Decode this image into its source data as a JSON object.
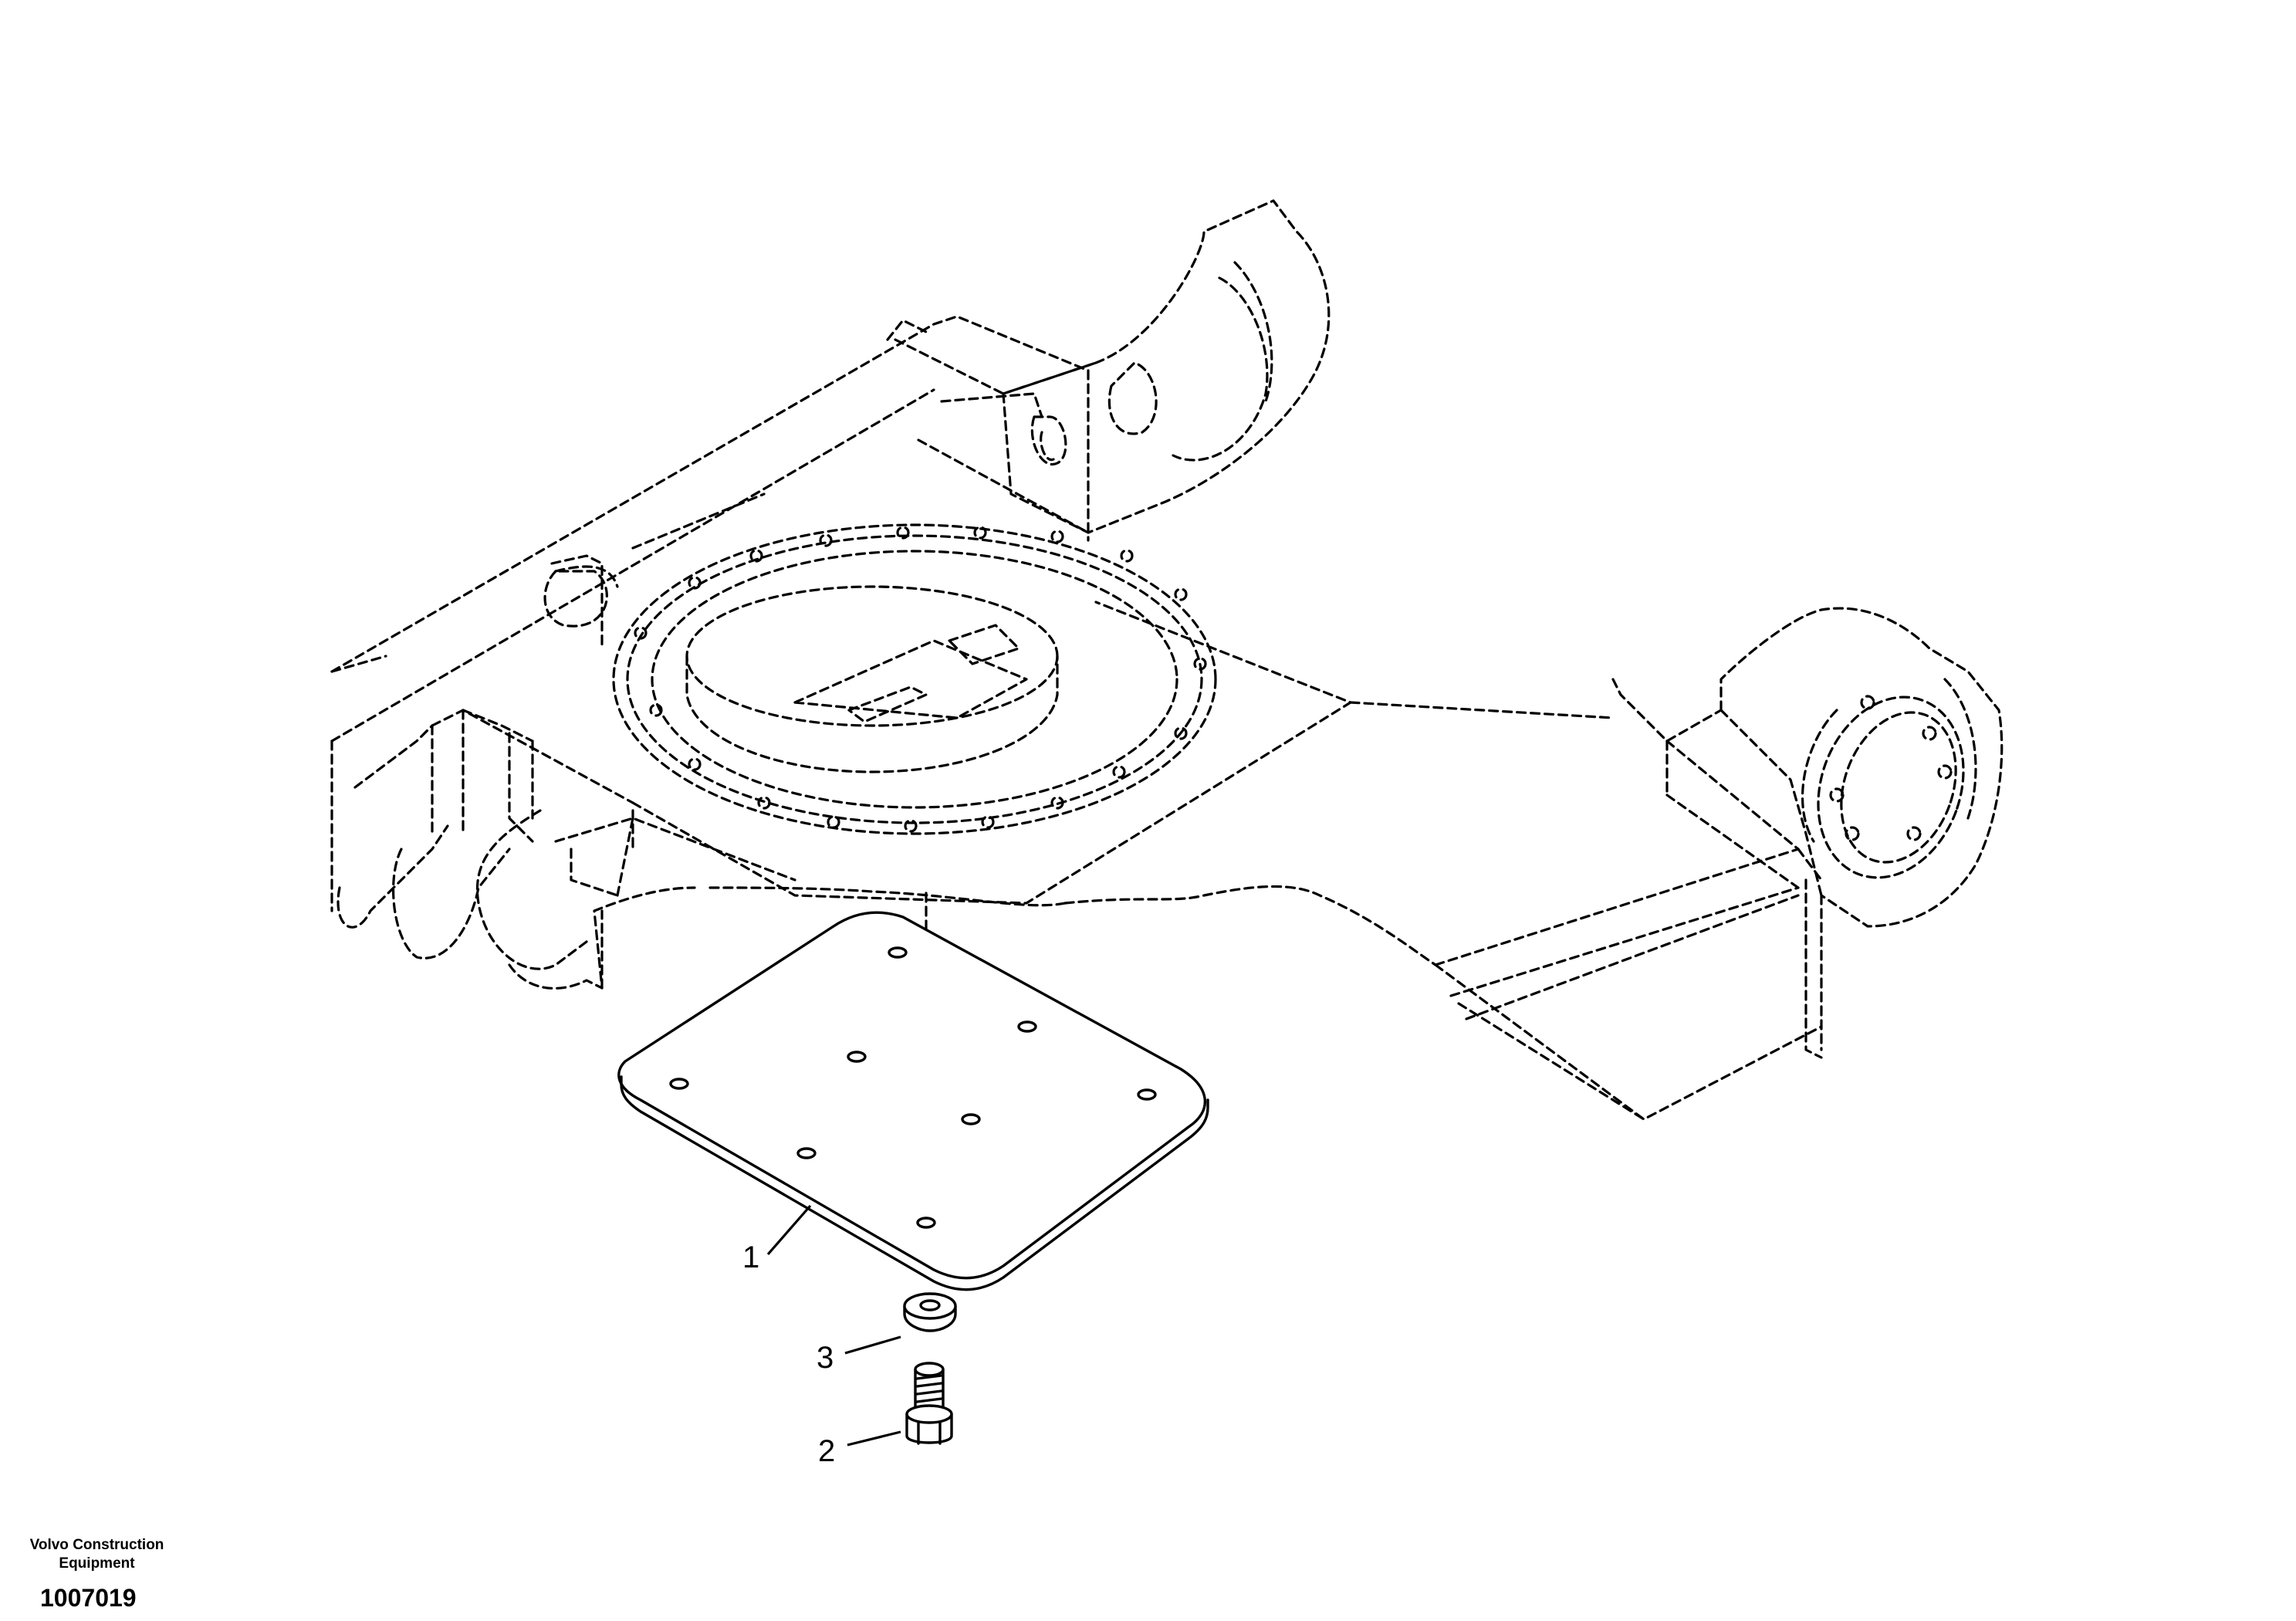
{
  "diagram": {
    "callouts": [
      {
        "id": "1",
        "label": "1"
      },
      {
        "id": "2",
        "label": "2"
      },
      {
        "id": "3",
        "label": "3"
      }
    ]
  },
  "footer": {
    "company": "Volvo Construction Equipment",
    "drawing_number": "1007019"
  }
}
